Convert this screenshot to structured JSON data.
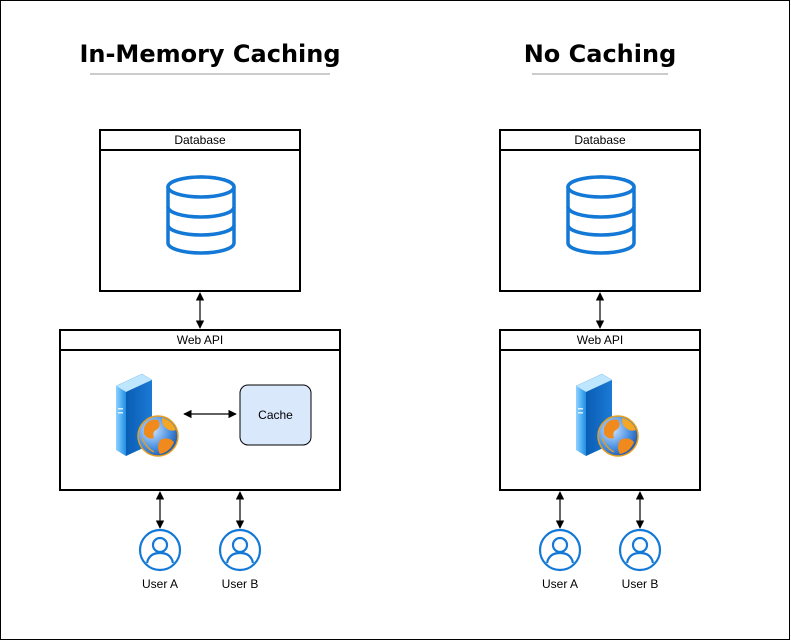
{
  "diagrams": [
    {
      "title": "In-Memory Caching",
      "database_label": "Database",
      "webapi_label": "Web API",
      "cache_label": "Cache",
      "users": [
        "User A",
        "User B"
      ]
    },
    {
      "title": "No Caching",
      "database_label": "Database",
      "webapi_label": "Web API",
      "users": [
        "User A",
        "User B"
      ]
    }
  ],
  "colors": {
    "icon_blue": "#1479d6",
    "cache_fill": "#dae8fc",
    "title_underline": "#999999"
  }
}
